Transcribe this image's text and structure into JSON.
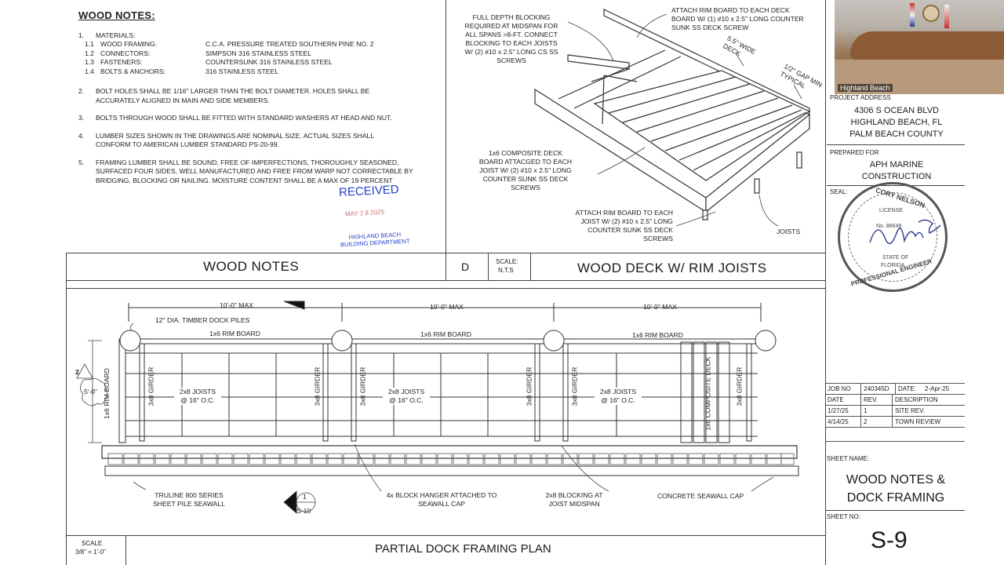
{
  "notes": {
    "title": "WOOD NOTES:",
    "materials_heading": "MATERIALS:",
    "materials": [
      {
        "num": "1.1",
        "label": "WOOD FRAMING:",
        "value": "C.C.A. PRESSURE TREATED SOUTHERN PINE NO. 2"
      },
      {
        "num": "1.2",
        "label": "CONNECTORS:",
        "value": "SIMPSON 316 STAINLESS STEEL"
      },
      {
        "num": "1.3",
        "label": "FASTENERS:",
        "value": "COUNTERSUNK 316 STAINLESS STEEL"
      },
      {
        "num": "1.4",
        "label": "BOLTS & ANCHORS:",
        "value": "316 STAINLESS STEEL"
      }
    ],
    "items": [
      {
        "num": "2.",
        "text": "BOLT HOLES SHALL BE 1/16\" LARGER THAN THE BOLT DIAMETER. HOLES SHALL BE ACCURATELY ALIGNED IN MAIN AND SIDE MEMBERS."
      },
      {
        "num": "3.",
        "text": "BOLTS THROUGH WOOD SHALL BE FITTED WITH STANDARD WASHERS AT HEAD AND NUT."
      },
      {
        "num": "4.",
        "text": "LUMBER SIZES SHOWN IN THE DRAWINGS ARE NOMINAL SIZE. ACTUAL SIZES SHALL CONFORM TO AMERICAN LUMBER STANDARD PS-20-99."
      },
      {
        "num": "5.",
        "text": "FRAMING LUMBER SHALL BE SOUND, FREE OF IMPERFECTIONS, THOROUGHLY SEASONED, SURFACED FOUR SIDES, WELL MANUFACTURED AND FREE FROM WARP NOT CORRECTABLE BY BRIDGING, BLOCKING OR NAILING. MOISTURE CONTENT SHALL BE A MAX OF 19 PERCENT"
      }
    ]
  },
  "stamp": {
    "received": "RECEIVED",
    "date": "MAY 2 8 2025",
    "dept_line1": "HIGHLAND BEACH",
    "dept_line2": "BUILDING DEPARTMENT"
  },
  "titles": {
    "wood_notes": "WOOD NOTES",
    "detail_letter": "D",
    "scale_label": "SCALE:",
    "scale_value": "N.T.S",
    "deck_title": "WOOD DECK W/ RIM JOISTS",
    "plan_title": "PARTIAL DOCK FRAMING PLAN",
    "plan_scale_label": "SCALE",
    "plan_scale_value": "3/8\" = 1'-0\""
  },
  "deck_callouts": {
    "blocking": "FULL DEPTH BLOCKING REQUIRED AT MIDSPAN FOR ALL SPANS >8-FT. CONNECT BLOCKING TO EACH JOISTS W/ (2) #10 x 2.5\" LONG CS SS SCREWS",
    "rim_top": "ATTACH RIM BOARD TO EACH DECK BOARD W/ (1) #10 x 2.5\" LONG COUNTER SUNK SS DECK SCREW",
    "wide_deck": "5.5\" WIDE DECK",
    "gap": "1/2\" GAP MIN TYPICAL",
    "composite": "1x6 COMPOSITE DECK BOARD ATTACGED TO EACH JOIST W/ (2) #10 x 2.5\" LONG COUNTER SUNK SS DECK SCREWS",
    "rim_joist": "ATTACH RIM BOARD TO EACH JOIST W/ (2) #10 x 2.5\" LONG COUNTER SUNK SS DECK SCREWS",
    "joists": "JOISTS"
  },
  "plan": {
    "dim_left": "10'-0\" MAX",
    "dim_mid": "10'-0\" MAX",
    "dim_right": "10'-0\" MAX",
    "piles": "12\" DIA. TIMBER DOCK PILES",
    "rim_board": "1x6 RIM BOARD",
    "rim_left": "1x6 RIM BOARD",
    "girder": "3x8 GIRDER",
    "joists": "2x8 JOISTS",
    "joists_spacing": "@ 16\" O.C.",
    "composite": "1x6 COMPOSITE DECK",
    "width_dim": "5'-0\"",
    "revision_tag": "2",
    "seawall": "TRULINE 800 SERIES SHEET PILE SEAWALL",
    "hanger": "4x BLOCK HANGER ATTACHED TO SEAWALL CAP",
    "blocking": "2x8 BLOCKING AT JOIST MIDSPAN",
    "cap": "CONCRETE SEAWALL CAP",
    "section_num": "1",
    "section_sheet": "S-10"
  },
  "video": {
    "label": "Highland Beach"
  },
  "title_block": {
    "project_address_label": "PROJECT ADDRESS",
    "address_1": "4306 S OCEAN BLVD",
    "address_2": "HIGHLAND BEACH, FL",
    "address_3": "PALM BEACH COUNTY",
    "prepared_for_label": "PREPARED FOR",
    "prepared_for_1": "APH MARINE",
    "prepared_for_2": "CONSTRUCTION",
    "seal_label": "SEAL:",
    "seal_name": "CORY NELSON",
    "seal_license": "LICENSE",
    "seal_no": "No. 88649",
    "seal_state": "STATE OF",
    "seal_florida": "FLORIDA",
    "seal_pe": "PROFESSIONAL ENGINEER",
    "job_no_label": "JOB NO",
    "job_no": "240345D",
    "date_label": "DATE:",
    "date": "2-Apr-25",
    "rev_headers": [
      "DATE",
      "REV.",
      "DESCRIPTION"
    ],
    "revisions": [
      {
        "date": "1/27/25",
        "rev": "1",
        "desc": "SITE REV."
      },
      {
        "date": "4/14/25",
        "rev": "2",
        "desc": "TOWN REVIEW"
      }
    ],
    "sheet_name_label": "SHEET NAME:",
    "sheet_name_1": "WOOD NOTES &",
    "sheet_name_2": "DOCK FRAMING",
    "sheet_no_label": "SHEET NO:",
    "sheet_no": "S-9"
  }
}
